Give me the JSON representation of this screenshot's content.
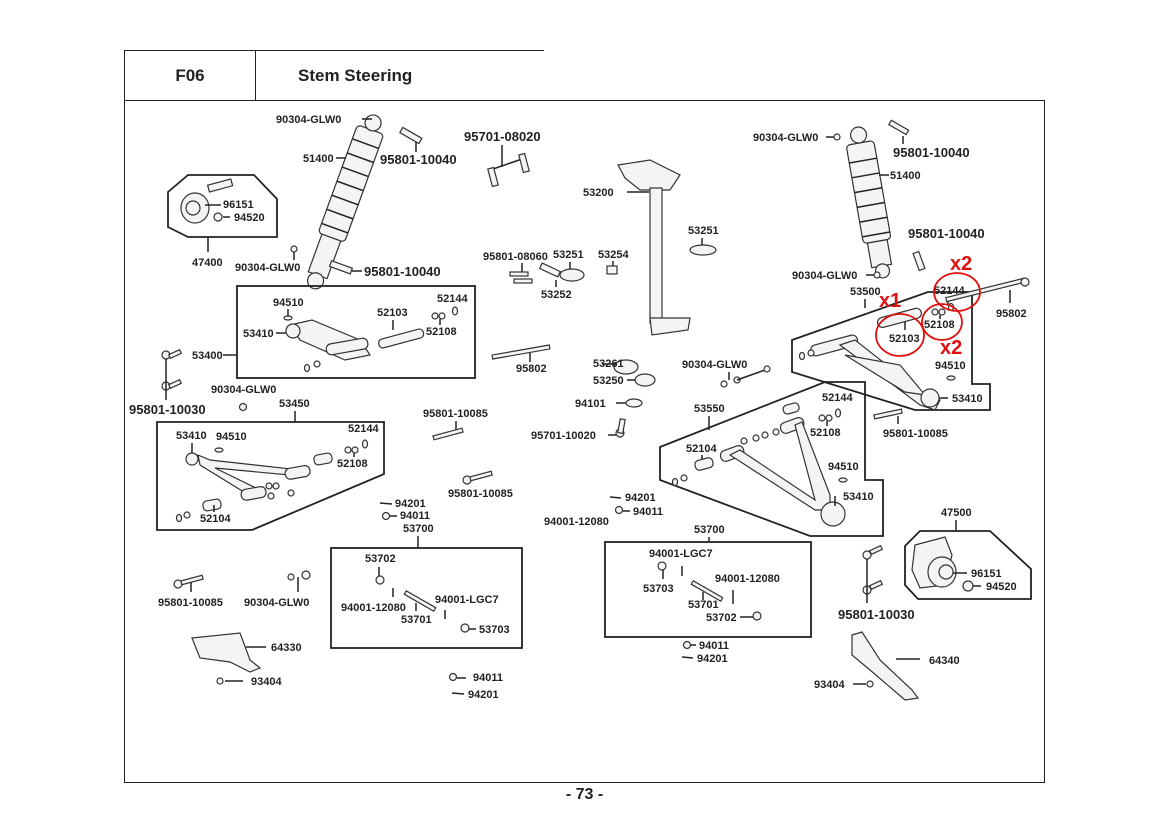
{
  "header": {
    "code": "F06",
    "title": "Stem Steering"
  },
  "page_number": "- 73 -",
  "labels": {
    "l_90304_a": "90304-GLW0",
    "l_51400_a": "51400",
    "l_95801_10040_a": "95801-10040",
    "l_95701_08020": "95701-08020",
    "l_96151_a": "96151",
    "l_94520_a": "94520",
    "l_47400": "47400",
    "l_90304_b": "90304-GLW0",
    "l_95801_10040_b": "95801-10040",
    "l_53200": "53200",
    "l_53251_a": "53251",
    "l_95801_08060": "95801-08060",
    "l_53251_b": "53251",
    "l_53254": "53254",
    "l_53252": "53252",
    "l_94510_a": "94510",
    "l_52144_a": "52144",
    "l_52103_a": "52103",
    "l_53410_a": "53410",
    "l_52108_a": "52108",
    "l_53400": "53400",
    "l_95802_a": "95802",
    "l_95801_10030_a": "95801-10030",
    "l_90304_c": "90304-GLW0",
    "l_53450": "53450",
    "l_95801_10085_a": "95801-10085",
    "l_53410_b": "53410",
    "l_94510_b": "94510",
    "l_52144_b": "52144",
    "l_52108_b": "52108",
    "l_52104_a": "52104",
    "l_95801_10085_b": "95801-10085",
    "l_94201_a": "94201",
    "l_94011_a": "94011",
    "l_53700_a": "53700",
    "l_53702_a": "53702",
    "l_94001_12080_a": "94001-12080",
    "l_94001_lgc7_a": "94001-LGC7",
    "l_53701_a": "53701",
    "l_53703_a": "53703",
    "l_95801_10085_c": "95801-10085",
    "l_90304_d": "90304-GLW0",
    "l_64330": "64330",
    "l_93404_a": "93404",
    "l_94011_b": "94011",
    "l_94201_b": "94201",
    "l_53261": "53261",
    "l_53250": "53250",
    "l_90304_e": "90304-GLW0",
    "l_94101": "94101",
    "l_95701_10020": "95701-10020",
    "l_53550": "53550",
    "l_52104_b": "52104",
    "l_52144_c": "52144",
    "l_52108_c": "52108",
    "l_94510_c": "94510",
    "l_53410_c": "53410",
    "l_94201_c": "94201",
    "l_94011_c": "94011",
    "l_94001_12080_b": "94001-12080",
    "l_53700_b": "53700",
    "l_94001_lgc7_b": "94001-LGC7",
    "l_53703_b": "53703",
    "l_94001_12080_c": "94001-12080",
    "l_53701_b": "53701",
    "l_53702_b": "53702",
    "l_94011_d": "94011",
    "l_94201_d": "94201",
    "l_90304_f": "90304-GLW0",
    "l_95801_10040_c": "95801-10040",
    "l_51400_b": "51400",
    "l_95801_10040_d": "95801-10040",
    "l_90304_g": "90304-GLW0",
    "l_53500": "53500",
    "l_52144_d": "52144",
    "l_52108_d": "52108",
    "l_52103_b": "52103",
    "l_95802_b": "95802",
    "l_94510_d": "94510",
    "l_53410_d": "53410",
    "l_95801_10085_d": "95801-10085",
    "l_47500": "47500",
    "l_96151_b": "96151",
    "l_94520_b": "94520",
    "l_95801_10030_b": "95801-10030",
    "l_64340": "64340",
    "l_93404_b": "93404"
  },
  "annotations": {
    "qty_52144": "x2",
    "qty_52103": "x1",
    "qty_52108": "x2",
    "color": "#e01010"
  }
}
